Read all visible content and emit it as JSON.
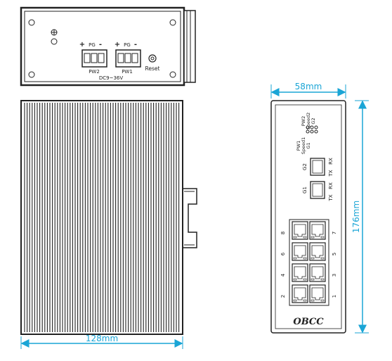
{
  "top_view": {
    "pg_labels": [
      "PG",
      "PG"
    ],
    "plus_signs": [
      "+",
      "+"
    ],
    "minus_signs": [
      "-",
      "-"
    ],
    "connector_labels": [
      "PW2",
      "PW1"
    ],
    "voltage": "DC9~36V",
    "reset_label": "Reset"
  },
  "side_view": {
    "width_label": "128mm"
  },
  "front_view": {
    "width_label": "58mm",
    "height_label": "176mm",
    "led_row1": [
      "PW1",
      "Speed1"
    ],
    "led_row2": [
      "PW2",
      "Speed2"
    ],
    "led_row3": [
      "G1",
      "G2"
    ],
    "sfp_ports": [
      {
        "name": "G2",
        "tx": "TX",
        "rx": "RX"
      },
      {
        "name": "G1",
        "tx": "TX",
        "rx": "RX"
      }
    ],
    "rj45_labels_left": [
      "8",
      "6",
      "4",
      "2"
    ],
    "rj45_labels_right": [
      "7",
      "5",
      "3",
      "1"
    ],
    "brand": "OBCC"
  },
  "colors": {
    "dimension": "#1aa5d6",
    "line": "#222222"
  }
}
